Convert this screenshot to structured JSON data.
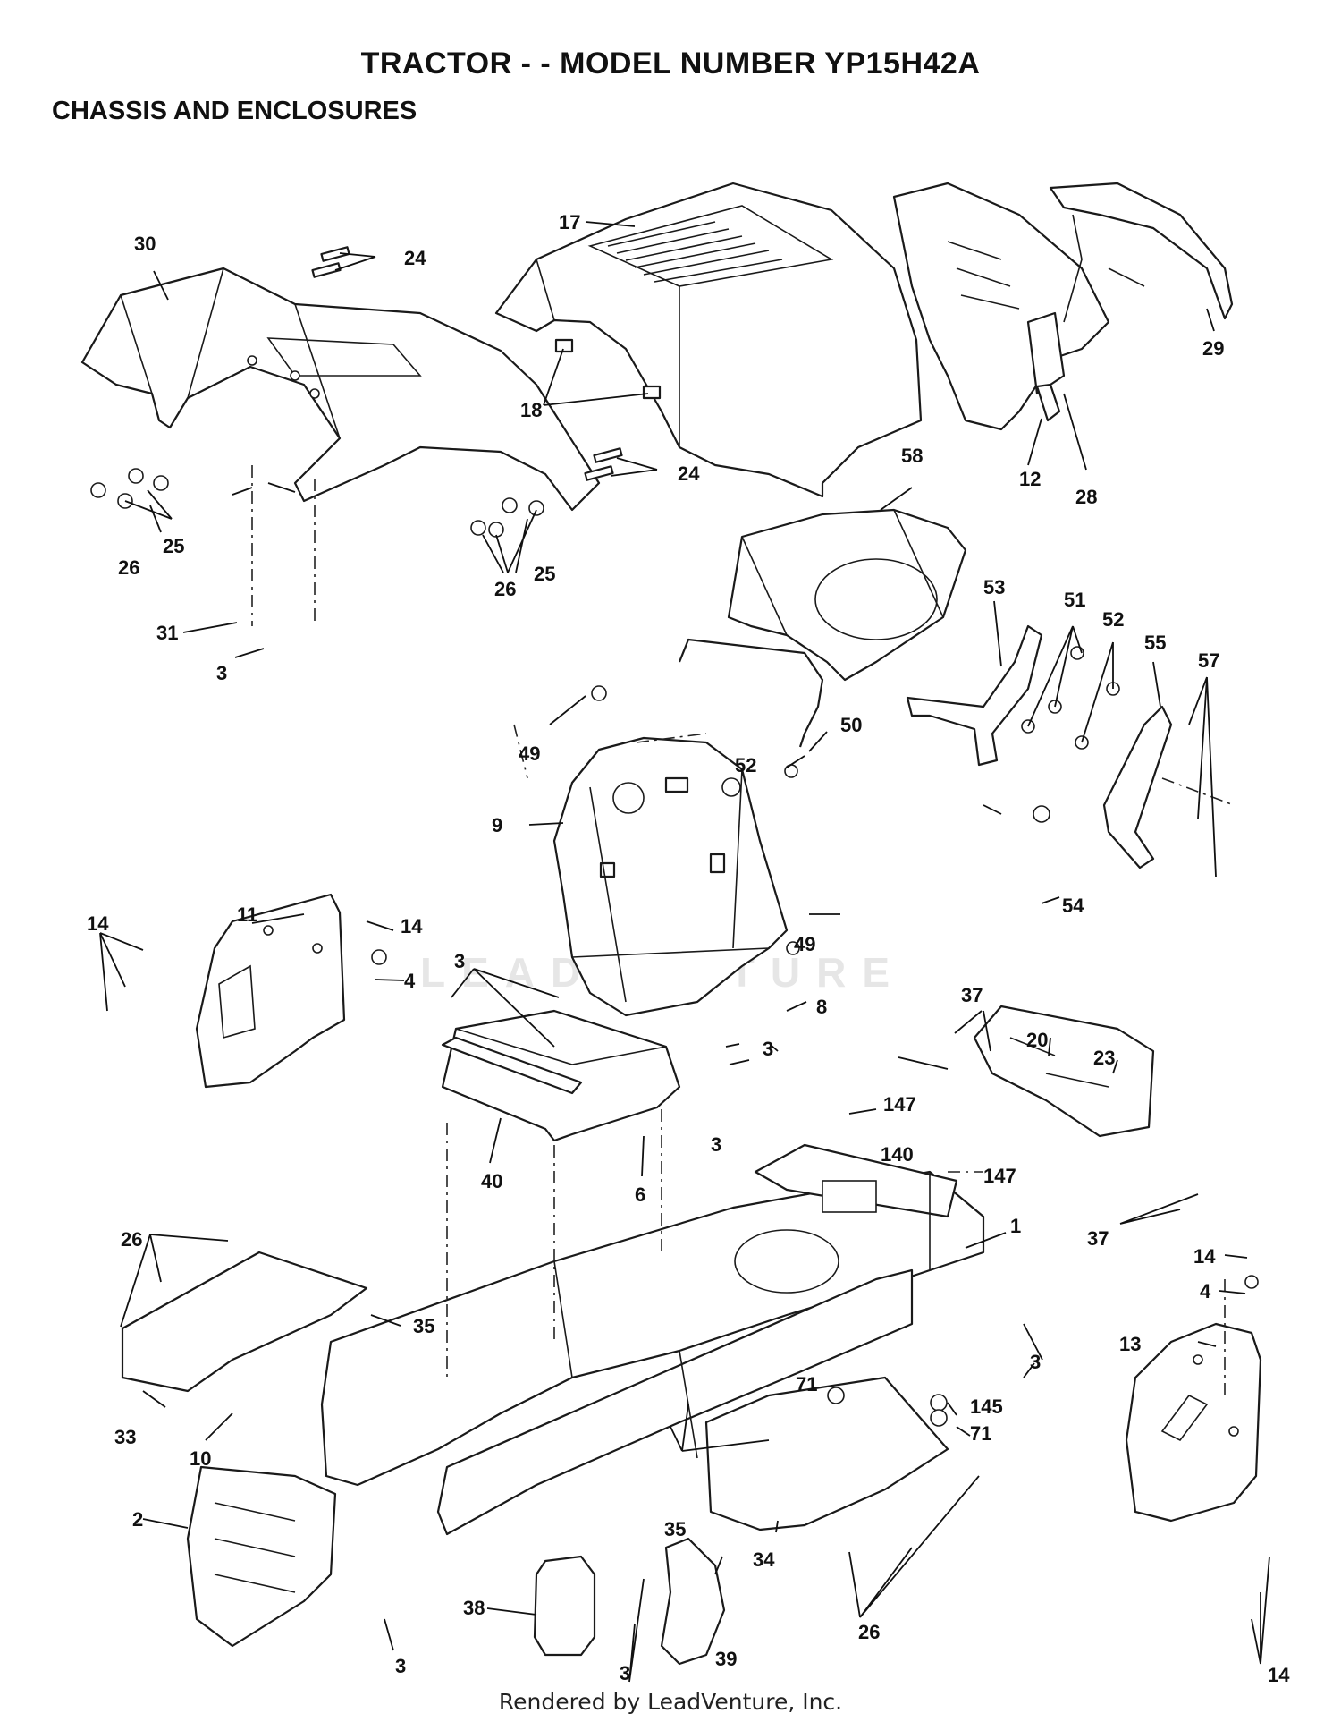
{
  "header": {
    "title": "TRACTOR - - MODEL NUMBER YP15H42A",
    "section": "CHASSIS AND ENCLOSURES"
  },
  "watermark": "LEADVENTURE",
  "footer": "Rendered by LeadVenture, Inc.",
  "callouts": [
    {
      "id": "c30",
      "label": "30"
    },
    {
      "id": "c24a",
      "label": "24"
    },
    {
      "id": "c17",
      "label": "17"
    },
    {
      "id": "c29",
      "label": "29"
    },
    {
      "id": "c18",
      "label": "18"
    },
    {
      "id": "c24b",
      "label": "24"
    },
    {
      "id": "c12",
      "label": "12"
    },
    {
      "id": "c28",
      "label": "28"
    },
    {
      "id": "c25a",
      "label": "25"
    },
    {
      "id": "c26a",
      "label": "26"
    },
    {
      "id": "c25b",
      "label": "25"
    },
    {
      "id": "c26b",
      "label": "26"
    },
    {
      "id": "c58",
      "label": "58"
    },
    {
      "id": "c53",
      "label": "53"
    },
    {
      "id": "c51",
      "label": "51"
    },
    {
      "id": "c52a",
      "label": "52"
    },
    {
      "id": "c55",
      "label": "55"
    },
    {
      "id": "c57",
      "label": "57"
    },
    {
      "id": "c31",
      "label": "31"
    },
    {
      "id": "c3a",
      "label": "3"
    },
    {
      "id": "c49a",
      "label": "49"
    },
    {
      "id": "c50",
      "label": "50"
    },
    {
      "id": "c52b",
      "label": "52"
    },
    {
      "id": "c9",
      "label": "9"
    },
    {
      "id": "c54",
      "label": "54"
    },
    {
      "id": "c11",
      "label": "11"
    },
    {
      "id": "c14a",
      "label": "14"
    },
    {
      "id": "c14b",
      "label": "14"
    },
    {
      "id": "c4a",
      "label": "4"
    },
    {
      "id": "c3b",
      "label": "3"
    },
    {
      "id": "c49b",
      "label": "49"
    },
    {
      "id": "c8",
      "label": "8"
    },
    {
      "id": "c3c",
      "label": "3"
    },
    {
      "id": "c37a",
      "label": "37"
    },
    {
      "id": "c20",
      "label": "20"
    },
    {
      "id": "c23",
      "label": "23"
    },
    {
      "id": "c147a",
      "label": "147"
    },
    {
      "id": "c3d",
      "label": "3"
    },
    {
      "id": "c140",
      "label": "140"
    },
    {
      "id": "c147b",
      "label": "147"
    },
    {
      "id": "c40",
      "label": "40"
    },
    {
      "id": "c6",
      "label": "6"
    },
    {
      "id": "c37b",
      "label": "37"
    },
    {
      "id": "c1",
      "label": "1"
    },
    {
      "id": "c26c",
      "label": "26"
    },
    {
      "id": "c14c",
      "label": "14"
    },
    {
      "id": "c4b",
      "label": "4"
    },
    {
      "id": "c35a",
      "label": "35"
    },
    {
      "id": "c13",
      "label": "13"
    },
    {
      "id": "c3e",
      "label": "3"
    },
    {
      "id": "c71a",
      "label": "71"
    },
    {
      "id": "c145",
      "label": "145"
    },
    {
      "id": "c71b",
      "label": "71"
    },
    {
      "id": "c33",
      "label": "33"
    },
    {
      "id": "c10",
      "label": "10"
    },
    {
      "id": "c35b",
      "label": "35"
    },
    {
      "id": "c2",
      "label": "2"
    },
    {
      "id": "c34",
      "label": "34"
    },
    {
      "id": "c38",
      "label": "38"
    },
    {
      "id": "c39",
      "label": "39"
    },
    {
      "id": "c26d",
      "label": "26"
    },
    {
      "id": "c3f",
      "label": "3"
    },
    {
      "id": "c3g",
      "label": "3"
    },
    {
      "id": "c14d",
      "label": "14"
    }
  ]
}
